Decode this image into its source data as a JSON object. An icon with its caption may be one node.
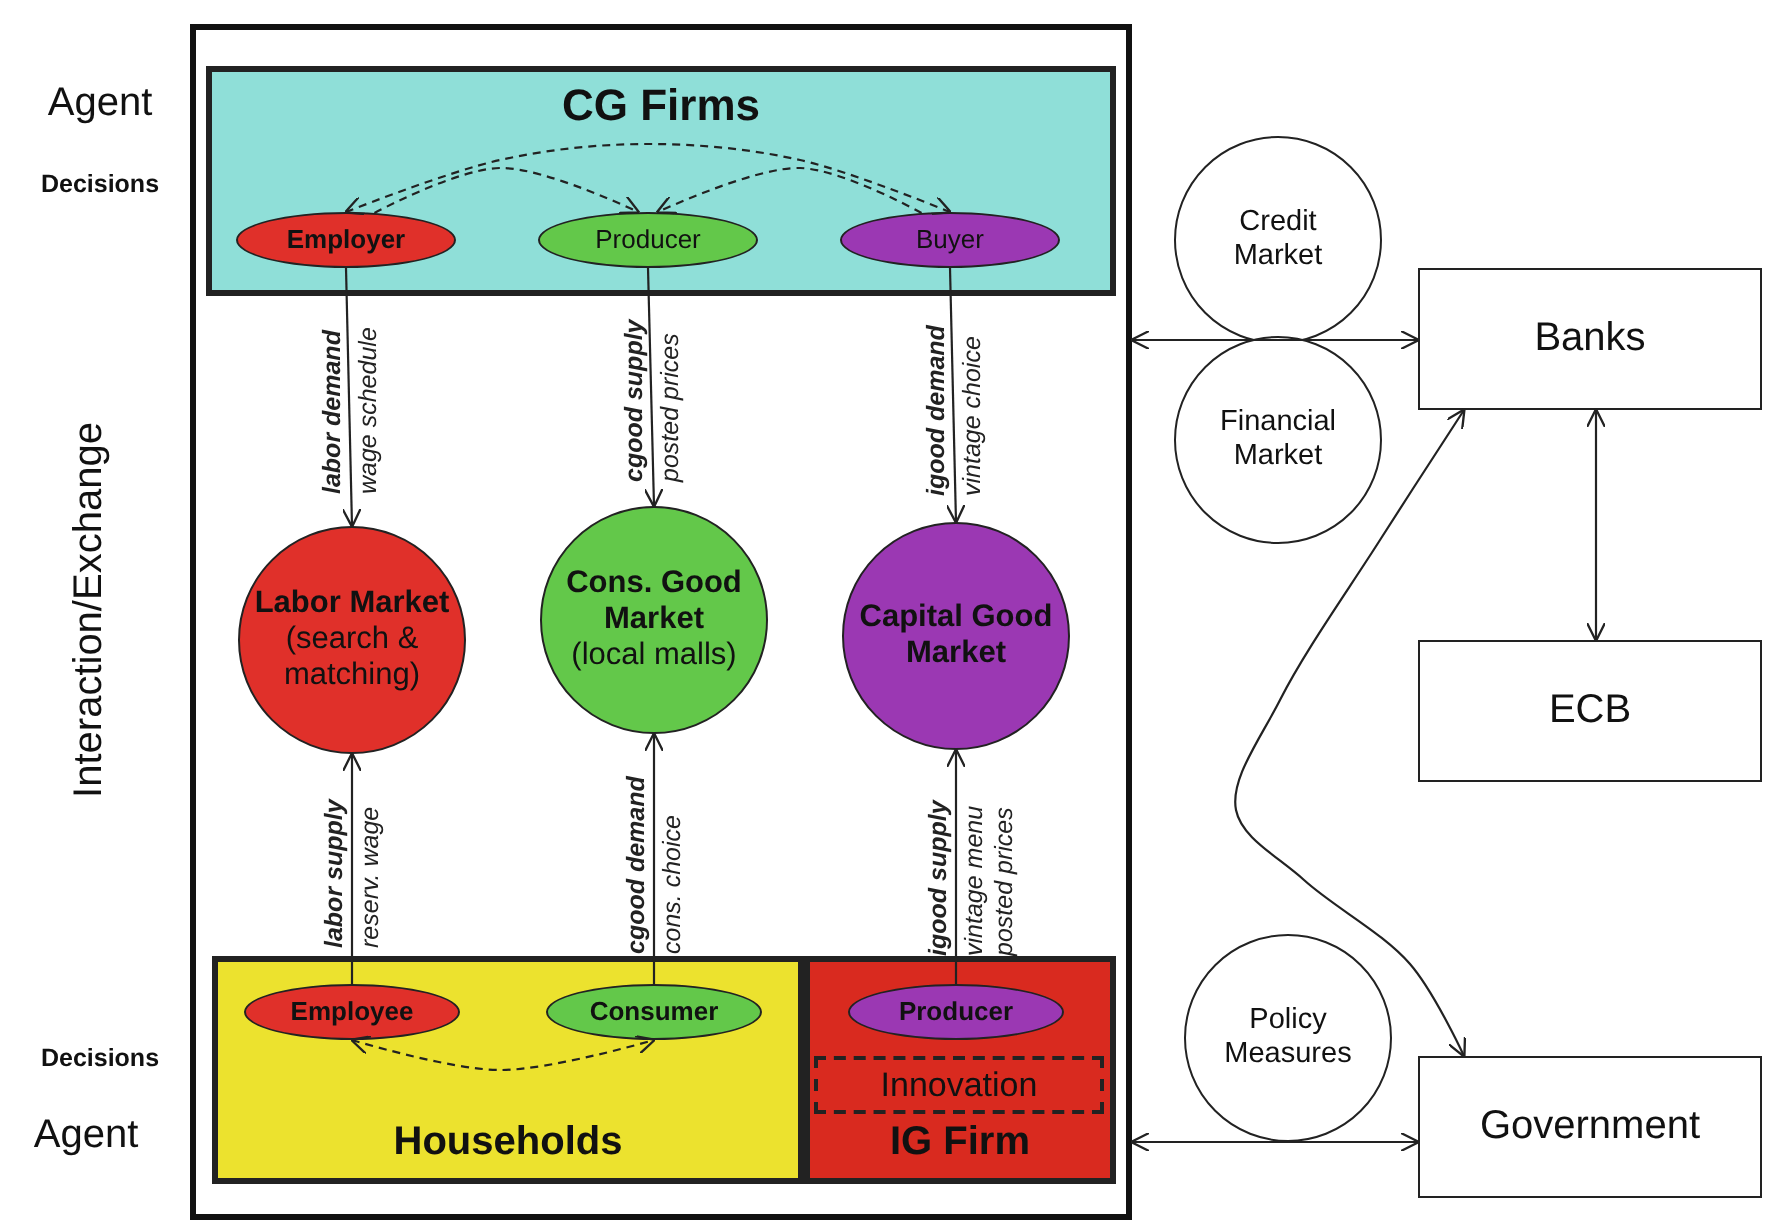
{
  "diagram": {
    "nodes": [
      {
        "text": [],
        "shape": "box"
      },
      {
        "text": [
          "CG Firms"
        ],
        "in": 0
      },
      {
        "text": [
          "Employer"
        ],
        "in": 1
      },
      {
        "text": [
          "Producer"
        ],
        "in": 1
      },
      {
        "text": [
          "Buyer"
        ],
        "in": 1
      },
      {
        "text": [
          "Labor Market",
          "(search & matching)"
        ],
        "in": 0
      },
      {
        "text": [
          "Cons. Good Market",
          "(local malls)"
        ],
        "in": 0
      },
      {
        "text": [
          "Capital Good Market"
        ],
        "in": 0
      },
      {
        "text": [
          "Households"
        ],
        "in": 0
      },
      {
        "text": [
          "Employee"
        ],
        "in": 8
      },
      {
        "text": [
          "Consumer"
        ],
        "in": 8
      },
      {
        "text": [
          "IG Firm"
        ],
        "in": 0
      },
      {
        "text": [
          "Producer"
        ],
        "in": 11
      },
      {
        "text": [
          "Innovation"
        ],
        "in": 11
      },
      {
        "text": [
          "Credit Market"
        ]
      },
      {
        "text": [
          "Financial Market"
        ]
      },
      {
        "text": [
          "Banks"
        ]
      },
      {
        "text": [
          "ECB"
        ]
      },
      {
        "text": [
          "Policy Measures"
        ]
      },
      {
        "text": [
          "Government"
        ]
      }
    ],
    "edges": [
      {
        "from": 2,
        "to": 4,
        "arrow": "both",
        "style": "dashed"
      },
      {
        "from": 2,
        "to": 3,
        "arrow": "to",
        "style": "dashed"
      },
      {
        "from": 4,
        "to": 3,
        "arrow": "to",
        "style": "dashed"
      },
      {
        "from": 2,
        "to": 5,
        "arrow": "to",
        "label": "**labor demand** wage schedule"
      },
      {
        "from": 3,
        "to": 6,
        "arrow": "to",
        "label": "**cgood supply** posted prices"
      },
      {
        "from": 4,
        "to": 7,
        "arrow": "to",
        "label": "**igood demand** vintage choice"
      },
      {
        "from": 9,
        "to": 5,
        "arrow": "to",
        "label": "**labor supply** reserv. wage"
      },
      {
        "from": 10,
        "to": 6,
        "arrow": "to",
        "label": "**cgood demand** cons. choice"
      },
      {
        "from": 12,
        "to": 7,
        "arrow": "to",
        "label": "**igood supply** vintage menu posted prices"
      },
      {
        "from": 9,
        "to": 10,
        "arrow": "both",
        "style": "dashed"
      },
      {
        "from": 0,
        "to": 16,
        "arrow": "both"
      },
      {
        "from": 16,
        "to": 17,
        "arrow": "both"
      },
      {
        "from": 0,
        "to": 19,
        "arrow": "both"
      },
      {
        "from": 16,
        "to": 19,
        "arrow": "both"
      }
    ],
    "labels": [
      "Agent",
      "Decisions",
      "Interaction/Exchange",
      "Decisions",
      "Agent"
    ]
  }
}
